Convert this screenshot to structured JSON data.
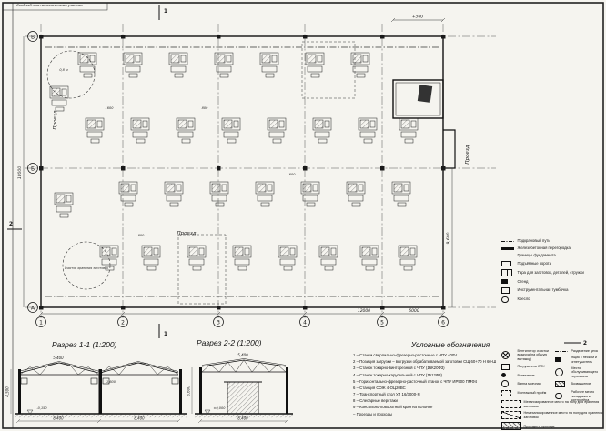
{
  "sheet": {
    "corner_note": "Сводный план механического участка",
    "ink": "#1a1a1a",
    "paper": "#f5f4ef"
  },
  "plan": {
    "axes_rows": [
      "В",
      "Б",
      "А"
    ],
    "axes_cols": [
      "1",
      "2",
      "3",
      "4",
      "5",
      "6"
    ],
    "proezd": "Проезд",
    "detail_top": "0,8 м",
    "detail_bottom": "Участок хранения заготовок",
    "markers": {
      "m1": "1",
      "m2": "2"
    },
    "dims": {
      "top_right": "+500",
      "bottom_span1": "12000",
      "bottom_span2": "6000",
      "left_total": "18000",
      "right_total": "9,600",
      "inner": [
        "1600",
        "800",
        "1600",
        "800"
      ]
    }
  },
  "sections": {
    "s1": {
      "title": "Разрез 1-1 (1:200)",
      "dims": {
        "top": "5,400",
        "left": "4,500",
        "crane": "1,600",
        "level": "-0,150",
        "span1": "8,400",
        "span2": "8,400"
      }
    },
    "s2": {
      "title": "Разрез 2-2 (1:200)",
      "dims": {
        "top": "5,400",
        "left": "3,600",
        "level": "±0,000",
        "span": "8,400"
      }
    }
  },
  "legend": {
    "title": "Условные обозначения",
    "items": [
      "1 – Станки сверлильно-фрезерно-расточные с ЧПУ 400V",
      "2 – Позиция загрузки – выгрузки обрабатываемой заготовки СЩ 60+70 Н 60-Ш",
      "3 – Станок токарно-винторезный с ЧПУ (16К20Ф3)",
      "4 – Станок токарно-карусельный с ЧПУ (1512Ф3)",
      "5 – Горизонтально-фрезерно-расточный станок с ЧПУ ИР500 ПМФ4",
      "6 – Станция СОЖ 4-ОЦ20ВС",
      "7 – Транспортный стол УЛ 16/3000-Я",
      "8 – Слесарные верстаки",
      "9 – Консольно-поворотный кран на колонне",
      "– Проезды и проходы"
    ],
    "strip": [
      "Подкрановый путь",
      "Железобетонная перегородка",
      "Границы фундамента",
      "Подъёмные ворота",
      "Тара для заготовок, деталей, стружки",
      "Стенд",
      "Инструментальная тумбочка",
      "Кресло"
    ],
    "col1": [
      "Вентилятор очистки воздуха (на общую вытяжку)",
      "Погрузитель СПХ",
      "Включение",
      "Ванна моечная",
      "Монтажный проём"
    ],
    "col2": [
      "Разделение цеха",
      "Ящик с песком и огнетушитель",
      "Место обслуживающего персонала",
      "Возвышение",
      "Рабочее место наладчика и контролёра"
    ],
    "bottom": [
      "Механизированное место на полу для хранения заготовок",
      "Немеханизированное место на полу для хранения заготовок",
      "Проезды и проходы"
    ]
  }
}
